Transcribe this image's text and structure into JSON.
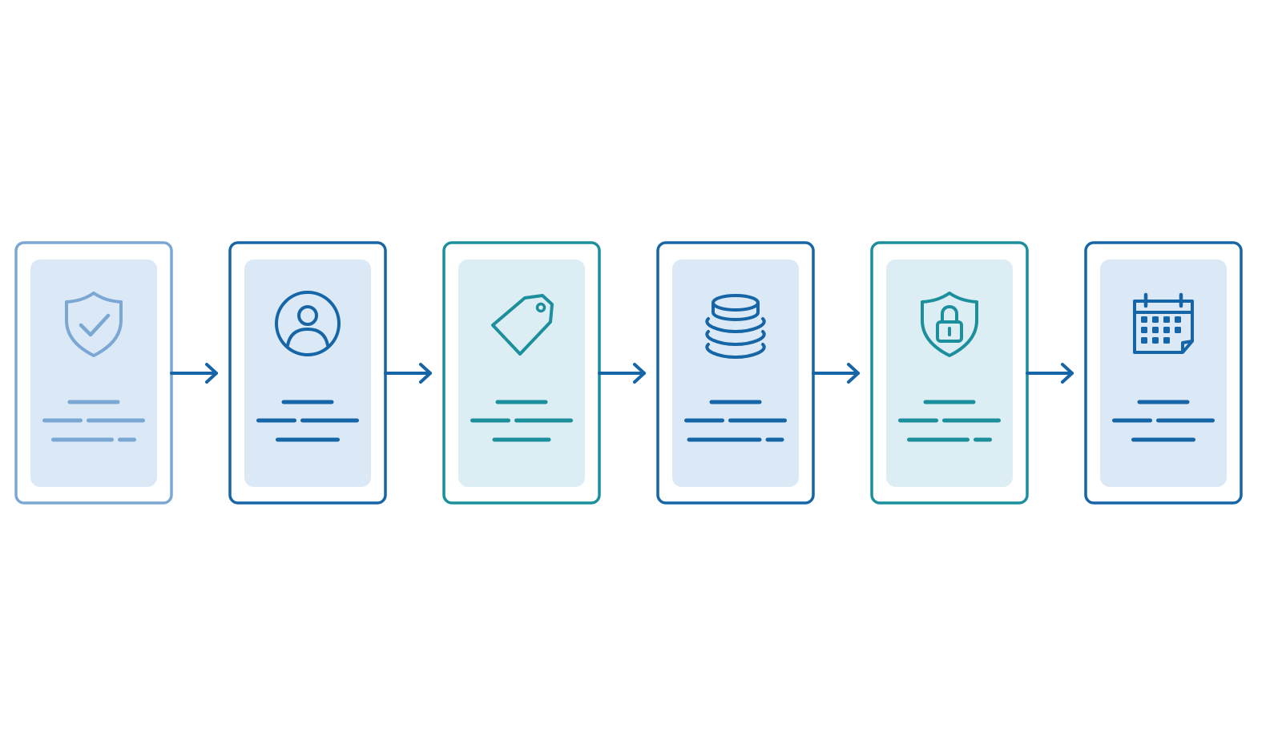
{
  "diagram": {
    "type": "process-flow",
    "steps": [
      {
        "icon": "shield-check-icon",
        "color": "#7ba7d4",
        "panel": "#dbe8f5",
        "lines": [
          [
            60
          ],
          [
            45,
            68
          ],
          [
            73,
            18
          ]
        ]
      },
      {
        "icon": "user-profile-icon",
        "color": "#1565a7",
        "panel": "#dbe8f5",
        "lines": [
          [
            60
          ],
          [
            45,
            68
          ],
          [
            75
          ]
        ]
      },
      {
        "icon": "price-tag-icon",
        "color": "#1c8f9c",
        "panel": "#dcedf3",
        "lines": [
          [
            60
          ],
          [
            45,
            68
          ],
          [
            68
          ]
        ]
      },
      {
        "icon": "coin-stack-icon",
        "color": "#1565a7",
        "panel": "#dbe8f5",
        "lines": [
          [
            60
          ],
          [
            45,
            68
          ],
          [
            88,
            18
          ]
        ]
      },
      {
        "icon": "shield-lock-icon",
        "color": "#1c8f9c",
        "panel": "#dcedf3",
        "lines": [
          [
            60
          ],
          [
            45,
            68
          ],
          [
            73,
            18
          ]
        ]
      },
      {
        "icon": "calendar-icon",
        "color": "#1565a7",
        "panel": "#dbe8f5",
        "lines": [
          [
            60
          ],
          [
            45,
            68
          ],
          [
            75
          ]
        ]
      }
    ],
    "connectors": [
      {
        "icon": "arrow-right-icon",
        "color": "#1565a7"
      },
      {
        "icon": "arrow-right-icon",
        "color": "#1565a7"
      },
      {
        "icon": "arrow-right-icon",
        "color": "#1565a7"
      },
      {
        "icon": "arrow-right-icon",
        "color": "#1565a7"
      },
      {
        "icon": "arrow-right-icon",
        "color": "#1565a7"
      }
    ]
  }
}
